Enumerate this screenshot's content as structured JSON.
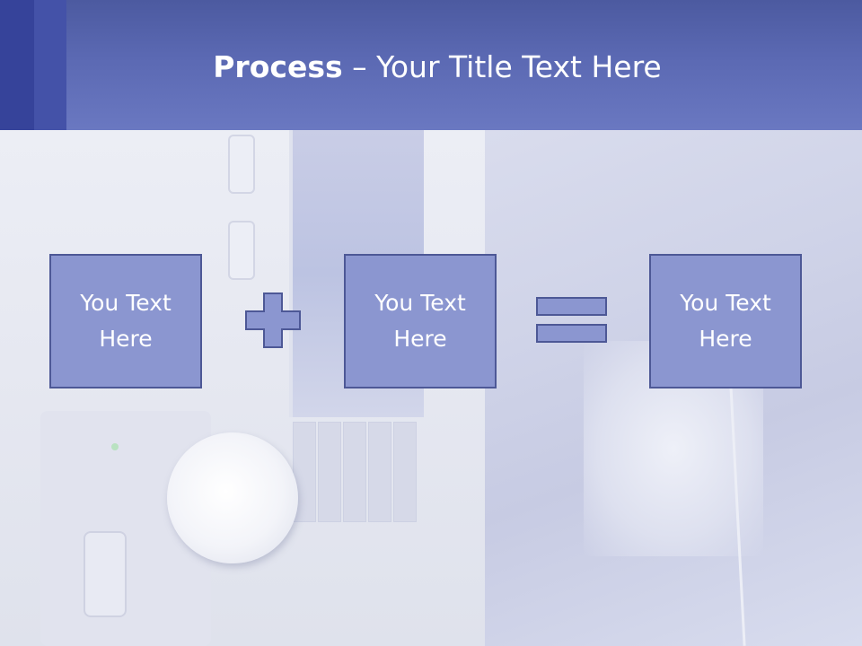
{
  "slide": {
    "title_bold": "Process",
    "title_rest": " – Your Title Text Here"
  },
  "process": {
    "boxes": [
      {
        "label": "You Text\nHere"
      },
      {
        "label": "You Text\nHere"
      },
      {
        "label": "You Text\nHere"
      }
    ],
    "operators": [
      "plus-icon",
      "equals-icon"
    ]
  },
  "colors": {
    "header": "#5b69b3",
    "header_accent": "#36439a",
    "box_fill": "#8b96d0",
    "box_border": "#4d5896",
    "text": "#ffffff"
  }
}
